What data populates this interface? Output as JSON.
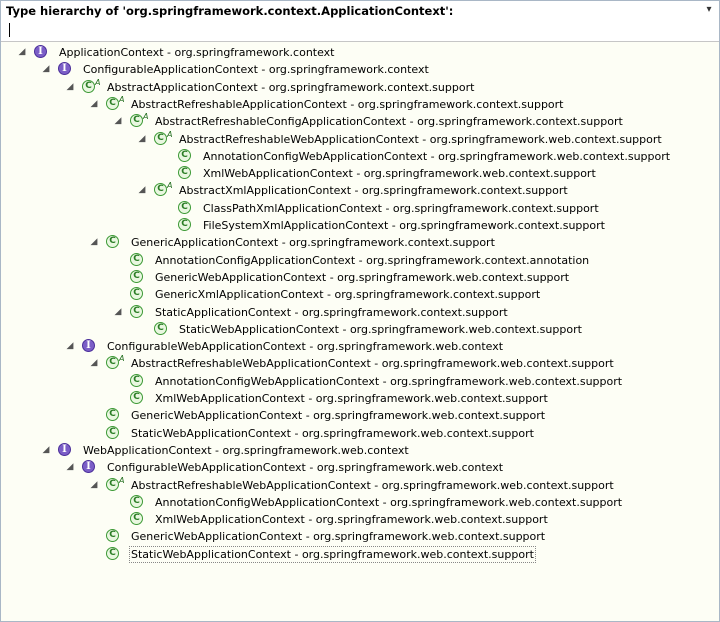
{
  "header": {
    "title": "Type hierarchy of 'org.springframework.context.ApplicationContext':",
    "filter_value": "",
    "dropdown_glyph": "▾"
  },
  "icons": {
    "class": "class-icon",
    "interface": "interface-icon",
    "abstract_marker": "A",
    "class_letter": "C",
    "interface_letter": "I",
    "expanded": "◢"
  },
  "colors": {
    "class_green": "#3d9a36",
    "interface_purple": "#7b5ec7",
    "panel_bg": "#fdfef5"
  },
  "tree": [
    {
      "level": 0,
      "type": "interface",
      "expanded": true,
      "abstract": false,
      "label": "ApplicationContext - org.springframework.context"
    },
    {
      "level": 1,
      "type": "interface",
      "expanded": true,
      "abstract": false,
      "label": "ConfigurableApplicationContext - org.springframework.context"
    },
    {
      "level": 2,
      "type": "class",
      "expanded": true,
      "abstract": true,
      "label": "AbstractApplicationContext - org.springframework.context.support"
    },
    {
      "level": 3,
      "type": "class",
      "expanded": true,
      "abstract": true,
      "label": "AbstractRefreshableApplicationContext - org.springframework.context.support"
    },
    {
      "level": 4,
      "type": "class",
      "expanded": true,
      "abstract": true,
      "label": "AbstractRefreshableConfigApplicationContext - org.springframework.context.support"
    },
    {
      "level": 5,
      "type": "class",
      "expanded": true,
      "abstract": true,
      "label": "AbstractRefreshableWebApplicationContext - org.springframework.web.context.support"
    },
    {
      "level": 6,
      "type": "class",
      "expanded": false,
      "abstract": false,
      "label": "AnnotationConfigWebApplicationContext - org.springframework.web.context.support"
    },
    {
      "level": 6,
      "type": "class",
      "expanded": false,
      "abstract": false,
      "label": "XmlWebApplicationContext - org.springframework.web.context.support"
    },
    {
      "level": 5,
      "type": "class",
      "expanded": true,
      "abstract": true,
      "label": "AbstractXmlApplicationContext - org.springframework.context.support"
    },
    {
      "level": 6,
      "type": "class",
      "expanded": false,
      "abstract": false,
      "label": "ClassPathXmlApplicationContext - org.springframework.context.support"
    },
    {
      "level": 6,
      "type": "class",
      "expanded": false,
      "abstract": false,
      "label": "FileSystemXmlApplicationContext - org.springframework.context.support"
    },
    {
      "level": 3,
      "type": "class",
      "expanded": true,
      "abstract": false,
      "label": "GenericApplicationContext - org.springframework.context.support"
    },
    {
      "level": 4,
      "type": "class",
      "expanded": false,
      "abstract": false,
      "label": "AnnotationConfigApplicationContext - org.springframework.context.annotation"
    },
    {
      "level": 4,
      "type": "class",
      "expanded": false,
      "abstract": false,
      "label": "GenericWebApplicationContext - org.springframework.web.context.support"
    },
    {
      "level": 4,
      "type": "class",
      "expanded": false,
      "abstract": false,
      "label": "GenericXmlApplicationContext - org.springframework.context.support"
    },
    {
      "level": 4,
      "type": "class",
      "expanded": true,
      "abstract": false,
      "label": "StaticApplicationContext - org.springframework.context.support"
    },
    {
      "level": 5,
      "type": "class",
      "expanded": false,
      "abstract": false,
      "label": "StaticWebApplicationContext - org.springframework.web.context.support"
    },
    {
      "level": 2,
      "type": "interface",
      "expanded": true,
      "abstract": false,
      "label": "ConfigurableWebApplicationContext - org.springframework.web.context"
    },
    {
      "level": 3,
      "type": "class",
      "expanded": true,
      "abstract": true,
      "label": "AbstractRefreshableWebApplicationContext - org.springframework.web.context.support"
    },
    {
      "level": 4,
      "type": "class",
      "expanded": false,
      "abstract": false,
      "label": "AnnotationConfigWebApplicationContext - org.springframework.web.context.support"
    },
    {
      "level": 4,
      "type": "class",
      "expanded": false,
      "abstract": false,
      "label": "XmlWebApplicationContext - org.springframework.web.context.support"
    },
    {
      "level": 3,
      "type": "class",
      "expanded": false,
      "abstract": false,
      "label": "GenericWebApplicationContext - org.springframework.web.context.support"
    },
    {
      "level": 3,
      "type": "class",
      "expanded": false,
      "abstract": false,
      "label": "StaticWebApplicationContext - org.springframework.web.context.support"
    },
    {
      "level": 1,
      "type": "interface",
      "expanded": true,
      "abstract": false,
      "label": "WebApplicationContext - org.springframework.web.context"
    },
    {
      "level": 2,
      "type": "interface",
      "expanded": true,
      "abstract": false,
      "label": "ConfigurableWebApplicationContext - org.springframework.web.context"
    },
    {
      "level": 3,
      "type": "class",
      "expanded": true,
      "abstract": true,
      "label": "AbstractRefreshableWebApplicationContext - org.springframework.web.context.support"
    },
    {
      "level": 4,
      "type": "class",
      "expanded": false,
      "abstract": false,
      "label": "AnnotationConfigWebApplicationContext - org.springframework.web.context.support"
    },
    {
      "level": 4,
      "type": "class",
      "expanded": false,
      "abstract": false,
      "label": "XmlWebApplicationContext - org.springframework.web.context.support"
    },
    {
      "level": 3,
      "type": "class",
      "expanded": false,
      "abstract": false,
      "label": "GenericWebApplicationContext - org.springframework.web.context.support"
    },
    {
      "level": 3,
      "type": "class",
      "expanded": false,
      "abstract": false,
      "label": "StaticWebApplicationContext - org.springframework.web.context.support",
      "selected": true
    }
  ]
}
